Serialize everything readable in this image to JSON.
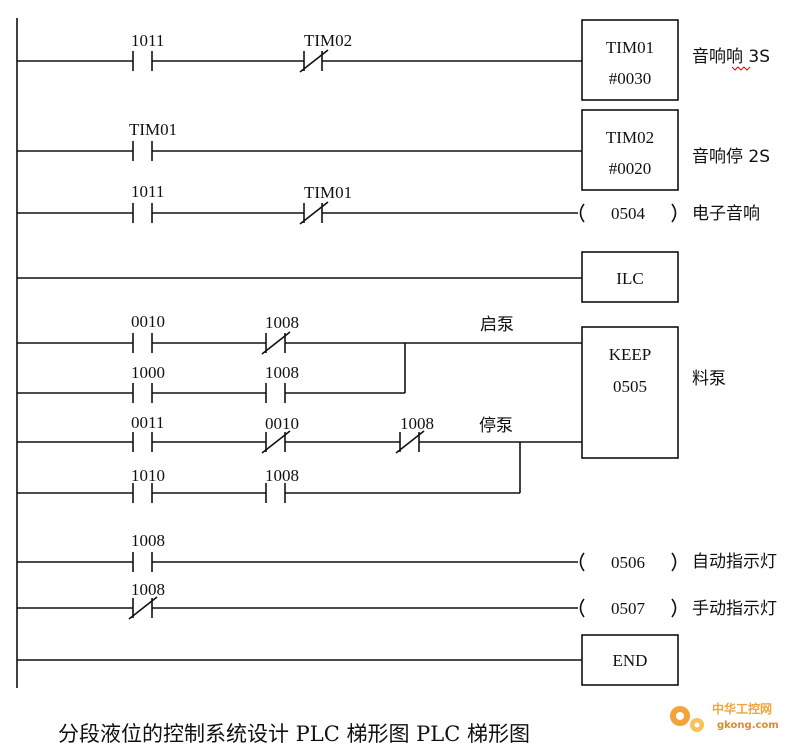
{
  "diagram": {
    "rung1": {
      "contact_1011": "1011",
      "contact_tim02_nc": "TIM02",
      "block_name": "TIM01",
      "block_param": "#0030",
      "note": "音响响 3S"
    },
    "rung2": {
      "contact_tim01": "TIM01",
      "block_name": "TIM02",
      "block_param": "#0020",
      "note": "音响停 2S"
    },
    "rung3": {
      "contact_1011": "1011",
      "contact_tim01_nc": "TIM01",
      "coil": "0504",
      "note": "电子音响"
    },
    "rung4": {
      "block_name": "ILC"
    },
    "keep_block": {
      "name": "KEEP",
      "param": "0505",
      "note": "料泵",
      "start_label": "启泵",
      "stop_label": "停泵"
    },
    "set_branch1": {
      "c1": "0010",
      "c2": "1008"
    },
    "set_branch2": {
      "c1": "1000",
      "c2": "1008"
    },
    "reset_branch1": {
      "c1": "0011",
      "c2": "0010",
      "c3": "1008"
    },
    "reset_branch2": {
      "c1": "1010",
      "c2": "1008"
    },
    "rung_auto": {
      "contact": "1008",
      "coil": "0506",
      "note": "自动指示灯"
    },
    "rung_manual": {
      "contact": "1008",
      "coil": "0507",
      "note": "手动指示灯"
    },
    "end_block": "END"
  },
  "caption": "分段液位的控制系统设计 PLC 梯形图  PLC 梯形图",
  "watermark": {
    "brand": "中华工控网",
    "url": "gkong.com"
  }
}
